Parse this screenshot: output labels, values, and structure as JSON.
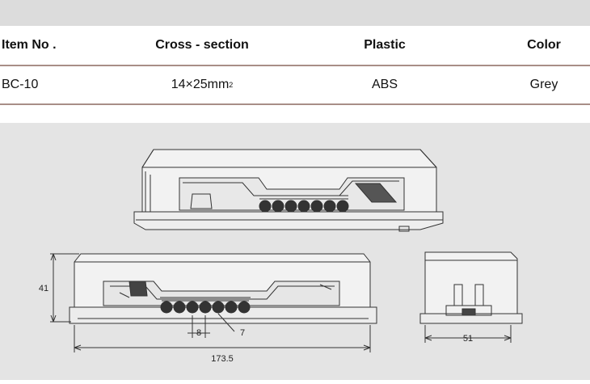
{
  "table": {
    "headers": [
      "Item No .",
      "Cross - section",
      "Plastic",
      "Color"
    ],
    "row": {
      "item_no": "BC-10",
      "cross_section_main": "14×25mm",
      "cross_section_sup": "2",
      "plastic": "ABS",
      "color": "Grey"
    }
  },
  "dimensions": {
    "height": "41",
    "length": "173.5",
    "pitch": "8",
    "terminal_count": "7",
    "width": "51"
  },
  "colors": {
    "top_band": "#dcdcdc",
    "rule": "#a88e87",
    "drawing_bg": "#e4e4e4"
  }
}
